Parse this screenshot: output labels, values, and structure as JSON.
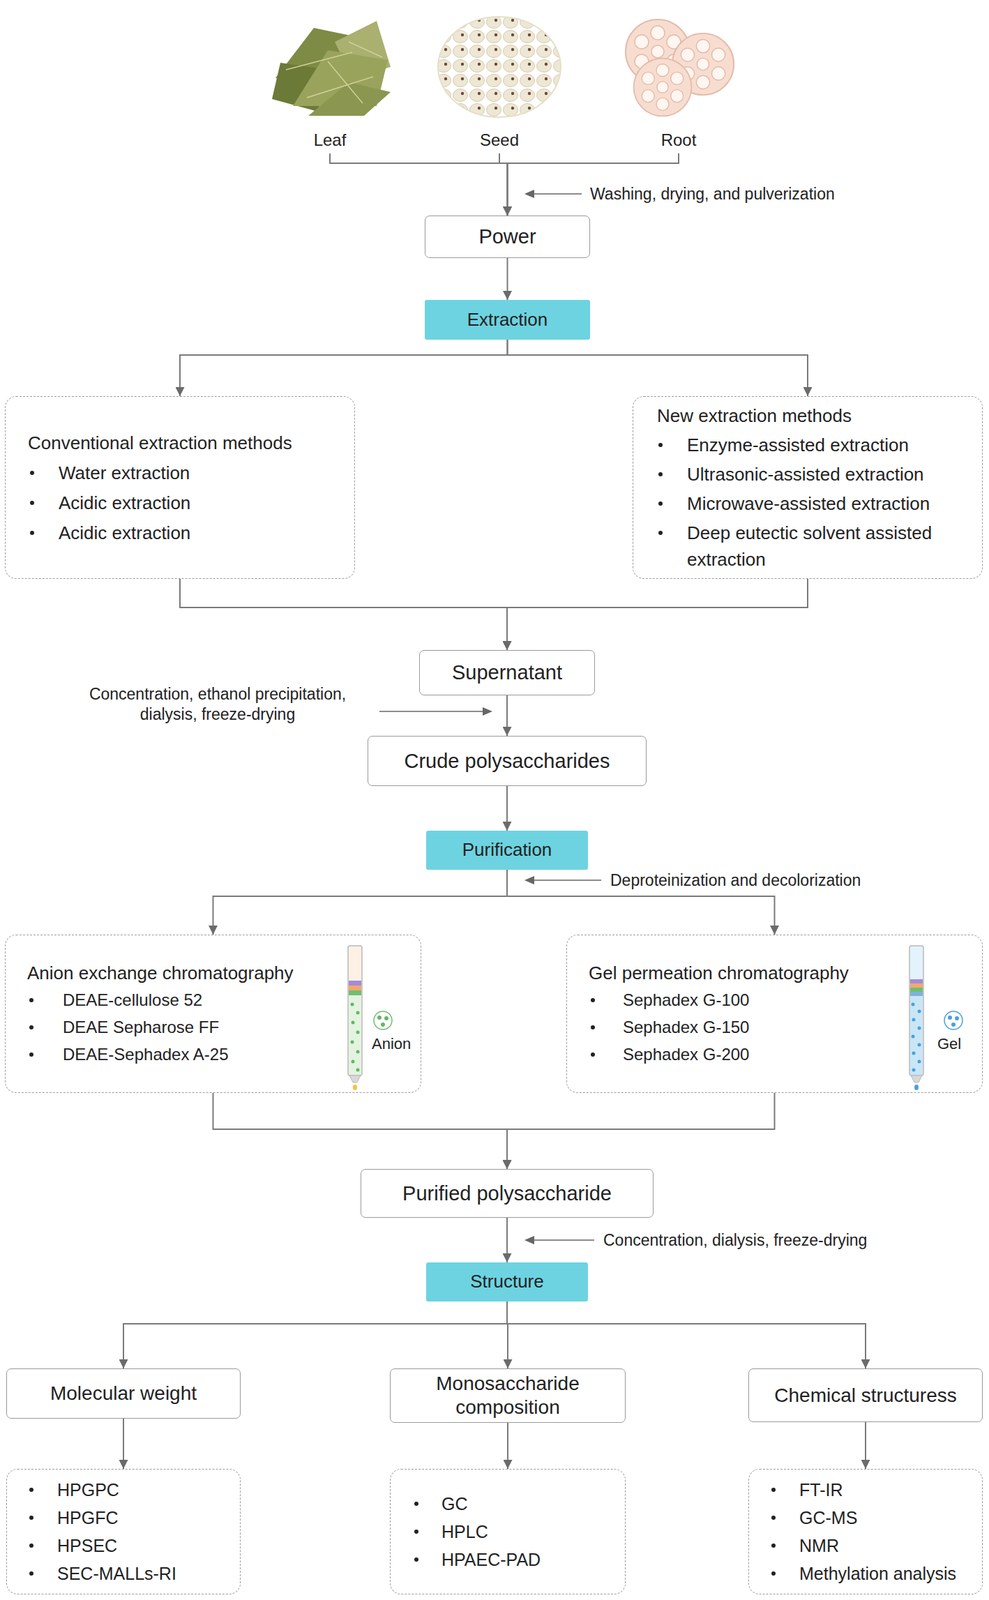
{
  "diagram": {
    "nodes": [
      {
        "text": [
          "Leaf"
        ]
      },
      {
        "text": [
          "Seed"
        ]
      },
      {
        "text": [
          "Root"
        ]
      },
      {
        "text": [
          "Power"
        ]
      },
      {
        "text": [
          "Extraction"
        ]
      },
      {
        "text": [
          "Conventional extraction methods",
          "Water extraction",
          "Acidic extraction",
          "Acidic extraction"
        ]
      },
      {
        "text": [
          "New extraction methods",
          "Enzyme-assisted extraction",
          "Ultrasonic-assisted extraction",
          "Microwave-assisted extraction",
          "Deep eutectic solvent assisted extraction"
        ]
      },
      {
        "text": [
          "Supernatant"
        ]
      },
      {
        "text": [
          "Crude polysaccharides"
        ]
      },
      {
        "text": [
          "Purification"
        ]
      },
      {
        "text": [
          "Anion exchange chromatography",
          "DEAE-cellulose 52",
          "DEAE Sepharose FF",
          "DEAE-Sephadex A-25",
          "Anion"
        ]
      },
      {
        "text": [
          "Gel permeation chromatography",
          "Sephadex G-100",
          "Sephadex G-150",
          "Sephadex G-200",
          "Gel"
        ]
      },
      {
        "text": [
          "Purified polysaccharide"
        ]
      },
      {
        "text": [
          "Structure"
        ]
      },
      {
        "text": [
          "Molecular weight"
        ]
      },
      {
        "text": [
          "Monosaccharide composition"
        ]
      },
      {
        "text": [
          "Chemical structuress"
        ]
      },
      {
        "text": [
          "HPGPC",
          "HPGFC",
          "HPSEC",
          "SEC-MALLs-RI"
        ]
      },
      {
        "text": [
          "GC",
          "HPLC",
          "HPAEC-PAD"
        ]
      },
      {
        "text": [
          "FT-IR",
          "GC-MS",
          "NMR",
          "Methylation analysis"
        ]
      }
    ],
    "edges": [
      {
        "from": 0,
        "to": 3,
        "arrow": "to"
      },
      {
        "from": 1,
        "to": 3,
        "arrow": "to"
      },
      {
        "from": 2,
        "to": 3,
        "arrow": "to"
      },
      {
        "from": 3,
        "to": 4,
        "arrow": "to"
      },
      {
        "from": 4,
        "to": 5,
        "arrow": "to"
      },
      {
        "from": 4,
        "to": 6,
        "arrow": "to"
      },
      {
        "from": 5,
        "to": 7,
        "arrow": "to"
      },
      {
        "from": 6,
        "to": 7,
        "arrow": "to"
      },
      {
        "from": 7,
        "to": 8,
        "arrow": "to"
      },
      {
        "from": 8,
        "to": 9,
        "arrow": "to"
      },
      {
        "from": 9,
        "to": 10,
        "arrow": "to"
      },
      {
        "from": 9,
        "to": 11,
        "arrow": "to"
      },
      {
        "from": 10,
        "to": 12,
        "arrow": "to"
      },
      {
        "from": 11,
        "to": 12,
        "arrow": "to"
      },
      {
        "from": 12,
        "to": 13,
        "arrow": "to"
      },
      {
        "from": 13,
        "to": 14,
        "arrow": "to"
      },
      {
        "from": 13,
        "to": 15,
        "arrow": "to"
      },
      {
        "from": 13,
        "to": 16,
        "arrow": "to"
      },
      {
        "from": 14,
        "to": 17,
        "arrow": "to"
      },
      {
        "from": 15,
        "to": 18,
        "arrow": "to"
      },
      {
        "from": 16,
        "to": 19,
        "arrow": "to"
      }
    ],
    "labels": [
      "Washing, drying, and pulverization",
      "Concentration, ethanol precipitation, dialysis, freeze-drying",
      "Deproteinization and decolorization",
      "Concentration, dialysis, freeze-drying"
    ]
  }
}
